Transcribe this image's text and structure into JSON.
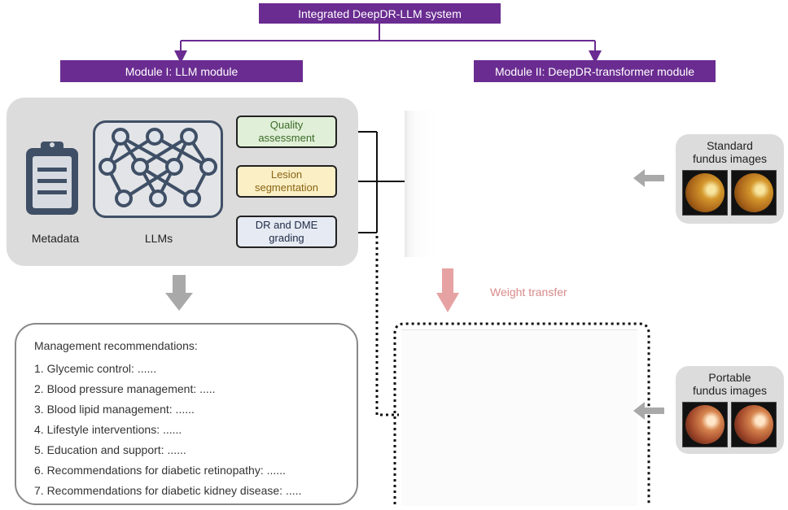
{
  "header": {
    "system_title": "Integrated DeepDR-LLM system",
    "module1_title": "Module I: LLM module",
    "module2_title": "Module II: DeepDR-transformer module"
  },
  "module1": {
    "metadata_label": "Metadata",
    "llms_label": "LLMs",
    "tasks": [
      {
        "line1": "Quality",
        "line2": "assessment",
        "fill": "#e0efd7"
      },
      {
        "line1": "Lesion",
        "line2": "segmentation",
        "fill": "#fbefc6"
      },
      {
        "line1": "DR and DME",
        "line2": "grading",
        "fill": "#e6eaf3"
      }
    ]
  },
  "recommendations": {
    "title": "Management recommendations:",
    "items": [
      "1. Glycemic control: ......",
      "2. Blood pressure management: .....",
      "3. Blood lipid management:  ......",
      "4. Lifestyle interventions:  ......",
      "5. Education and support:  ......",
      "6. Recommendations for diabetic retinopathy:  ......",
      "7. Recommendations for diabetic kidney disease: ....."
    ]
  },
  "module2": {
    "weight_transfer_label": "Weight transfer",
    "standard": {
      "line1": "Standard",
      "line2": "fundus images"
    },
    "portable": {
      "line1": "Portable",
      "line2": "fundus images"
    }
  },
  "colors": {
    "header_purple": "#6a2c91",
    "panel_gray": "#dcdcdc",
    "llm_icon": "#3f4f66",
    "weight_transfer": "#d98a8a"
  }
}
